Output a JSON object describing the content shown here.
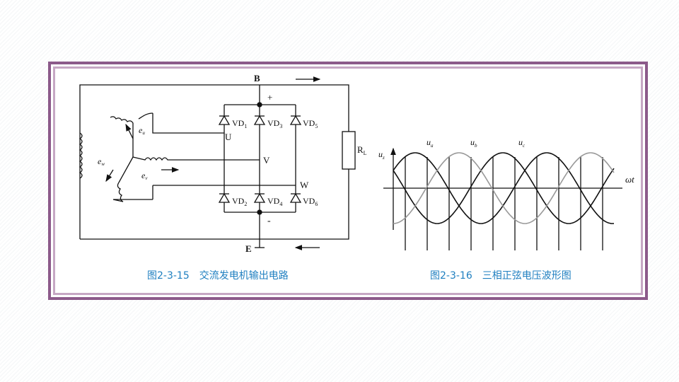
{
  "colors": {
    "frame_outer": "#8c5a8a",
    "frame_inner": "#c6a7c4",
    "caption": "#1f7fc0",
    "wave_gray": "#999999"
  },
  "circuit": {
    "node_b": "B",
    "node_e": "E",
    "plus": "+",
    "minus": "-",
    "label_u": "U",
    "label_v": "V",
    "label_w": "W",
    "rl_main": "R",
    "rl_sub": "L",
    "eu_main": "e",
    "eu_sub": "u",
    "ev_main": "e",
    "ev_sub": "v",
    "ew_main": "e",
    "ew_sub": "w",
    "vd1": "VD",
    "vd1_sub": "1",
    "vd2": "VD",
    "vd2_sub": "2",
    "vd3": "VD",
    "vd3_sub": "3",
    "vd4": "VD",
    "vd4_sub": "4",
    "vd5": "VD",
    "vd5_sub": "5",
    "vd6": "VD",
    "vd6_sub": "6"
  },
  "waveform": {
    "y_axis_main": "u",
    "y_axis_sub": "z",
    "x_axis": "ωt",
    "ua_main": "u",
    "ua_sub": "a",
    "ub_main": "u",
    "ub_sub": "b",
    "uc_main": "u",
    "uc_sub": "c"
  },
  "captions": {
    "fig_left": "图2-3-15　交流发电机输出电路",
    "fig_right": "图2-3-16　三相正弦电压波形图"
  }
}
